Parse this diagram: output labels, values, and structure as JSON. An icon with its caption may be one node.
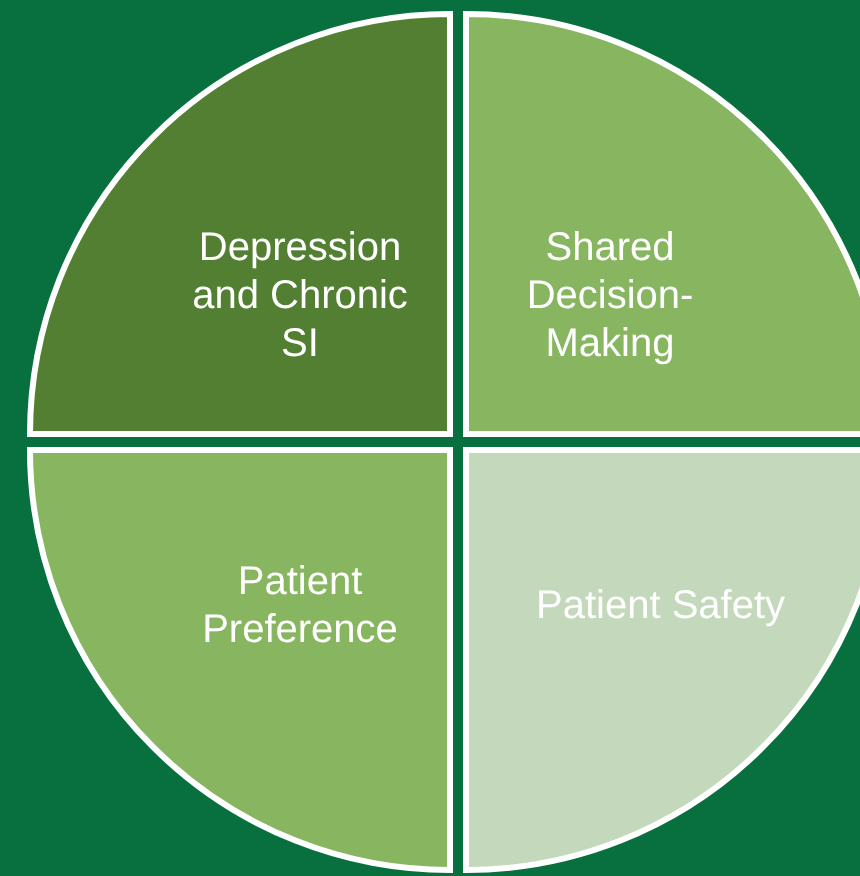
{
  "diagram": {
    "nodes": [
      {
        "text": [
          "Depression and Chronic SI"
        ]
      },
      {
        "text": [
          "Shared Decision-Making"
        ]
      },
      {
        "text": [
          "Patient Preference"
        ]
      },
      {
        "text": [
          "Patient Safety"
        ]
      }
    ]
  }
}
